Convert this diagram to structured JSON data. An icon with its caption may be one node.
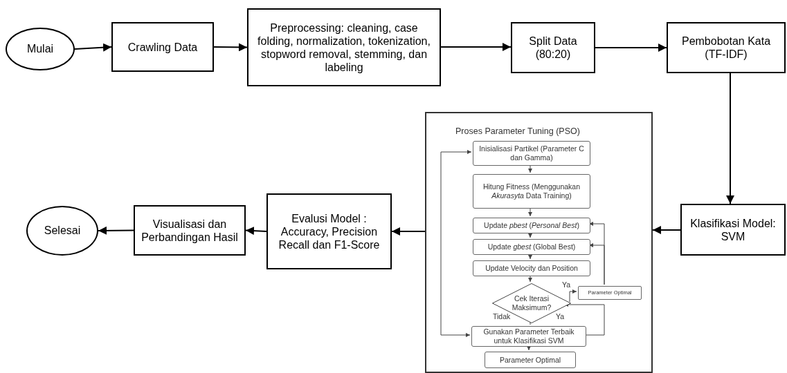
{
  "diagram": {
    "nodes": [
      {
        "text": [
          "Mulai"
        ]
      },
      {
        "text": [
          "Crawling Data"
        ]
      },
      {
        "text": [
          "Preprocessing: cleaning, case folding, normalization, tokenization, stopword removal, stemming, dan labeling"
        ]
      },
      {
        "text": [
          "Split Data (80:20)"
        ]
      },
      {
        "text": [
          "Pembobotan Kata (TF-IDF)"
        ]
      },
      {
        "text": [
          "Klasifikasi Model: SVM"
        ]
      },
      {
        "text": [
          "Proses Parameter Tuning (PSO)"
        ]
      },
      {
        "text": [
          "Inisialisasi Partikel (Parameter C dan Gamma)"
        ],
        "in": 6
      },
      {
        "text": [
          "Hitung Fitness (Menggunakan *Akurasyta* Data Training)"
        ],
        "in": 6
      },
      {
        "text": [
          "Update *pbest* (*Personal Best*)"
        ],
        "in": 6
      },
      {
        "text": [
          "Update *gbest* (Global Best)"
        ],
        "in": 6
      },
      {
        "text": [
          "Update Velocity dan Position"
        ],
        "in": 6
      },
      {
        "text": [
          "Cek Iterasi Maksimum?"
        ],
        "in": 6
      },
      {
        "text": [
          "Parameter Optimal"
        ],
        "in": 6
      },
      {
        "text": [
          "Gunakan Parameter Terbaik untuk Klasifikasi SVM"
        ],
        "in": 6
      },
      {
        "text": [
          "Parameter Optimal"
        ],
        "in": 6
      },
      {
        "text": [
          "Evalusi Model : Accuracy, Precision Recall dan F1-Score"
        ]
      },
      {
        "text": [
          "Visualisasi dan Perbandingan Hasil"
        ]
      },
      {
        "text": [
          "Selesai"
        ]
      }
    ],
    "edges": [
      {
        "from": 0,
        "to": 1,
        "arrow": "to"
      },
      {
        "from": 1,
        "to": 2,
        "arrow": "to"
      },
      {
        "from": 2,
        "to": 3,
        "arrow": "to"
      },
      {
        "from": 3,
        "to": 4,
        "arrow": "to"
      },
      {
        "from": 4,
        "to": 5,
        "arrow": "to"
      },
      {
        "from": 5,
        "to": 6,
        "arrow": "to"
      },
      {
        "from": 6,
        "to": 16,
        "arrow": "to"
      },
      {
        "from": 16,
        "to": 17,
        "arrow": "to"
      },
      {
        "from": 17,
        "to": 18,
        "arrow": "to"
      },
      {
        "from": 7,
        "to": 8,
        "arrow": "to"
      },
      {
        "from": 8,
        "to": 9,
        "arrow": "to"
      },
      {
        "from": 9,
        "to": 10,
        "arrow": "to"
      },
      {
        "from": 10,
        "to": 11,
        "arrow": "to"
      },
      {
        "from": 11,
        "to": 12,
        "arrow": "to"
      },
      {
        "from": 12,
        "to": 13,
        "arrow": "to",
        "label": "Ya"
      },
      {
        "from": 13,
        "to": 9,
        "arrow": "to"
      },
      {
        "from": 13,
        "to": 10,
        "arrow": "to"
      },
      {
        "from": 12,
        "to": 14,
        "arrow": "none"
      },
      {
        "from": 14,
        "to": 7,
        "arrow": "both"
      },
      {
        "from": 14,
        "to": 12,
        "arrow": "to"
      },
      {
        "from": 14,
        "to": 15,
        "arrow": "to"
      }
    ],
    "labels": [
      "Tidak",
      "Ya"
    ]
  }
}
